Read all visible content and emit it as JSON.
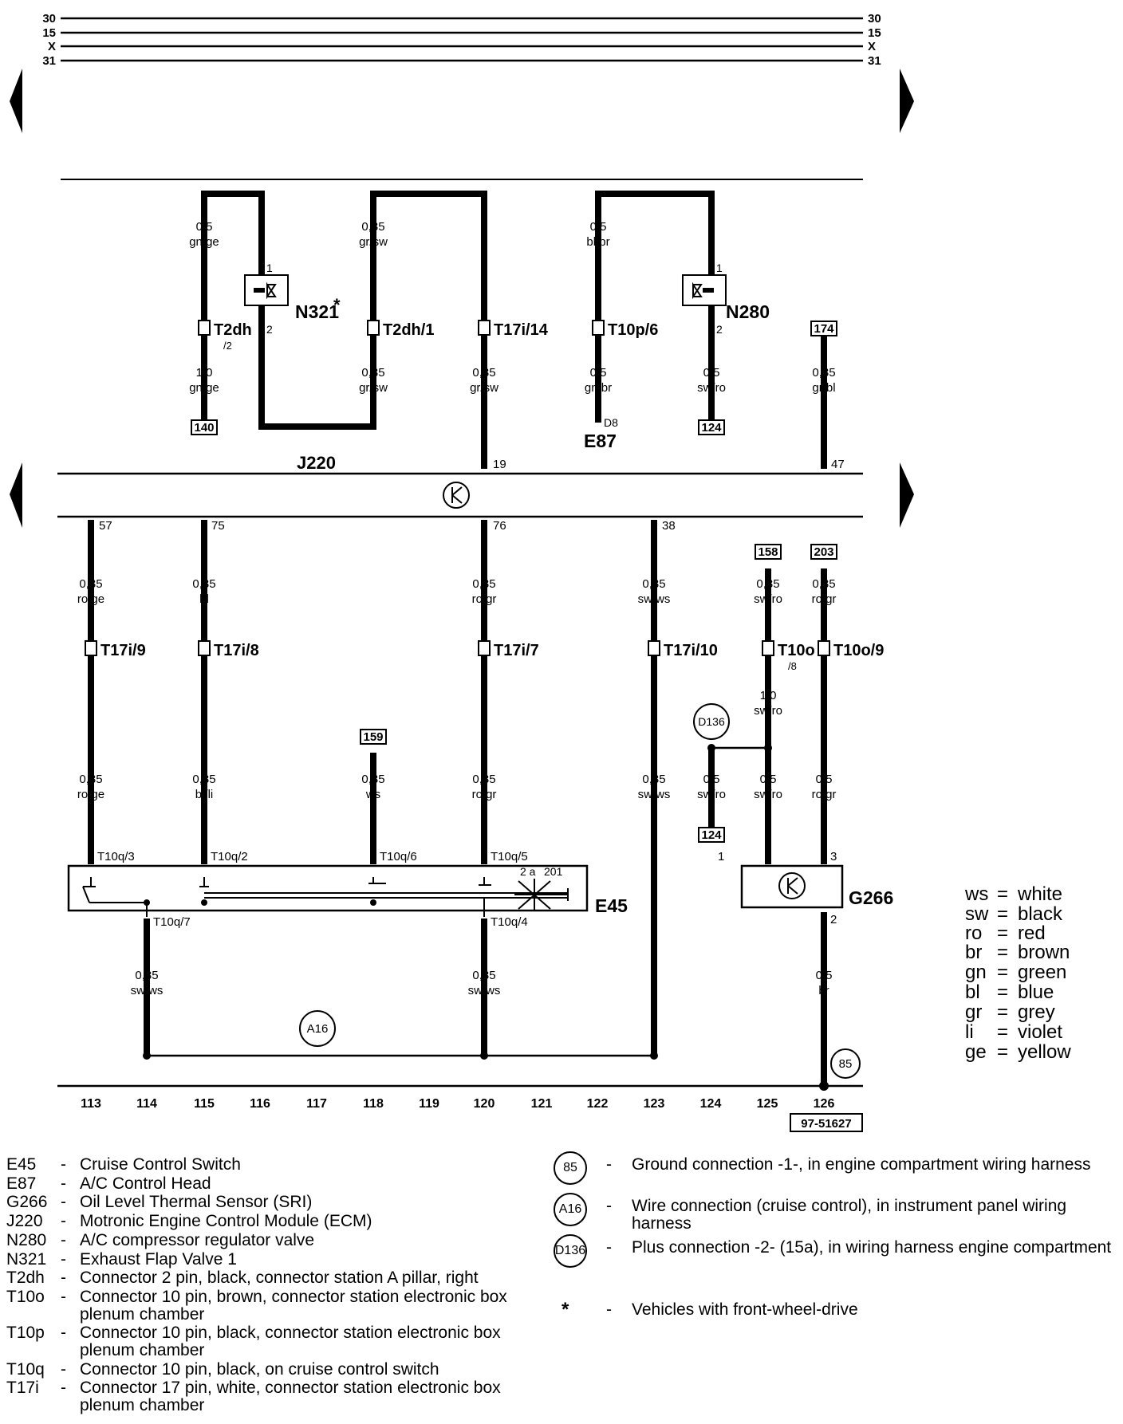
{
  "bus_lines": [
    "30",
    "15",
    "X",
    "31"
  ],
  "module_label": "J220",
  "components": {
    "N321": {
      "name": "N321",
      "star": "*",
      "pin_top": "1",
      "pin_bottom": "2"
    },
    "N280": {
      "name": "N280",
      "pin_top": "1",
      "pin_bottom": "2"
    },
    "E87": {
      "name": "E87",
      "pin": "D8"
    },
    "E45": {
      "name": "E45",
      "inner": [
        "2 a",
        "201"
      ]
    },
    "G266": {
      "name": "G266",
      "pin_a": "1",
      "pin_b": "3",
      "pin_c": "2"
    }
  },
  "wires_upper": [
    {
      "size": "0,5",
      "color": "gn/ge"
    },
    {
      "size": "0,35",
      "color": "gr/sw"
    },
    {
      "size": "0,5",
      "color": "bl/br"
    },
    {
      "size": "1,0",
      "color": "gn/ge"
    },
    {
      "size": "0,35",
      "color": "gr/sw"
    },
    {
      "size": "0,35",
      "color": "gr/sw"
    },
    {
      "size": "0,5",
      "color": "gn/br"
    },
    {
      "size": "0,5",
      "color": "sw/ro"
    },
    {
      "size": "0,35",
      "color": "gr/bl"
    }
  ],
  "connectors_upper": [
    {
      "main": "T2dh",
      "sub": "/2"
    },
    {
      "main": "T2dh/1",
      "sub": ""
    },
    {
      "main": "T17i/14",
      "sub": ""
    },
    {
      "main": "T10p/6",
      "sub": ""
    }
  ],
  "refs_upper": [
    "140",
    "124",
    "174"
  ],
  "module_pins_top": [
    "19",
    "47"
  ],
  "module_pins_bottom": [
    "57",
    "75",
    "76",
    "38"
  ],
  "refs_lower": [
    "158",
    "203",
    "159",
    "124"
  ],
  "wires_lower_a": [
    {
      "size": "0,35",
      "color": "ro/ge"
    },
    {
      "size": "0,35",
      "color": "bl"
    },
    {
      "size": "0,35",
      "color": "ro/gr"
    },
    {
      "size": "0,35",
      "color": "sw/ws"
    },
    {
      "size": "0,35",
      "color": "sw/ro"
    },
    {
      "size": "0,35",
      "color": "ro/gr"
    }
  ],
  "connectors_lower": [
    {
      "main": "T17i/9",
      "sub": ""
    },
    {
      "main": "T17i/8",
      "sub": ""
    },
    {
      "main": "T17i/7",
      "sub": ""
    },
    {
      "main": "T17i/10",
      "sub": ""
    },
    {
      "main": "T10o",
      "sub": "/8"
    },
    {
      "main": "T10o/9",
      "sub": ""
    }
  ],
  "wire_d136_feed": {
    "size": "1,0",
    "color": "sw/ro"
  },
  "wires_lower_b": [
    {
      "size": "0,35",
      "color": "ro/ge"
    },
    {
      "size": "0,35",
      "color": "bl/li"
    },
    {
      "size": "0,35",
      "color": "ws"
    },
    {
      "size": "0,35",
      "color": "ro/gr"
    },
    {
      "size": "0,35",
      "color": "sw/ws"
    },
    {
      "size": "0,5",
      "color": "sw/ro"
    },
    {
      "size": "0,5",
      "color": "sw/ro"
    },
    {
      "size": "0,5",
      "color": "ro/gr"
    }
  ],
  "e45_pins": [
    "T10q/3",
    "T10q/2",
    "T10q/6",
    "T10q/5",
    "T10q/7",
    "T10q/4"
  ],
  "wires_ground": [
    {
      "size": "0,35",
      "color": "sw/ws"
    },
    {
      "size": "0,35",
      "color": "sw/ws"
    },
    {
      "size": "0,5",
      "color": "br"
    }
  ],
  "ground_refs": [
    "D136",
    "A16",
    "85"
  ],
  "track_numbers": [
    "113",
    "114",
    "115",
    "116",
    "117",
    "118",
    "119",
    "120",
    "121",
    "122",
    "123",
    "124",
    "125",
    "126"
  ],
  "diagram_id": "97-51627",
  "color_codes": [
    {
      "abbr": "ws",
      "name": "white"
    },
    {
      "abbr": "sw",
      "name": "black"
    },
    {
      "abbr": "ro",
      "name": "red"
    },
    {
      "abbr": "br",
      "name": "brown"
    },
    {
      "abbr": "gn",
      "name": "green"
    },
    {
      "abbr": "bl",
      "name": "blue"
    },
    {
      "abbr": "gr",
      "name": "grey"
    },
    {
      "abbr": "li",
      "name": "violet"
    },
    {
      "abbr": "ge",
      "name": "yellow"
    }
  ],
  "legend": [
    {
      "code": "E45",
      "desc": "Cruise Control Switch"
    },
    {
      "code": "E87",
      "desc": "A/C Control Head"
    },
    {
      "code": "G266",
      "desc": "Oil Level Thermal Sensor (SRI)"
    },
    {
      "code": "J220",
      "desc": "Motronic Engine Control Module (ECM)"
    },
    {
      "code": "N280",
      "desc": "A/C compressor regulator valve"
    },
    {
      "code": "N321",
      "desc": "Exhaust Flap Valve 1"
    },
    {
      "code": "T2dh",
      "desc": "Connector 2 pin, black, connector station A pillar, right"
    },
    {
      "code": "T10o",
      "desc": "Connector 10 pin, brown, connector station electronic box plenum chamber"
    },
    {
      "code": "T10p",
      "desc": "Connector 10 pin, black, connector station electronic box plenum chamber"
    },
    {
      "code": "T10q",
      "desc": "Connector 10 pin, black, on cruise control switch"
    },
    {
      "code": "T17i",
      "desc": "Connector 17 pin, white, connector station electronic box plenum chamber"
    }
  ],
  "symbols": [
    {
      "badge": "85",
      "desc": "Ground connection -1-, in engine compartment wiring harness"
    },
    {
      "badge": "A16",
      "desc": "Wire connection (cruise control), in instrument panel wiring harness"
    },
    {
      "badge": "D136",
      "desc": "Plus connection -2- (15a), in wiring harness engine compartment"
    },
    {
      "badge": "*",
      "desc": "Vehicles with front-wheel-drive"
    }
  ]
}
